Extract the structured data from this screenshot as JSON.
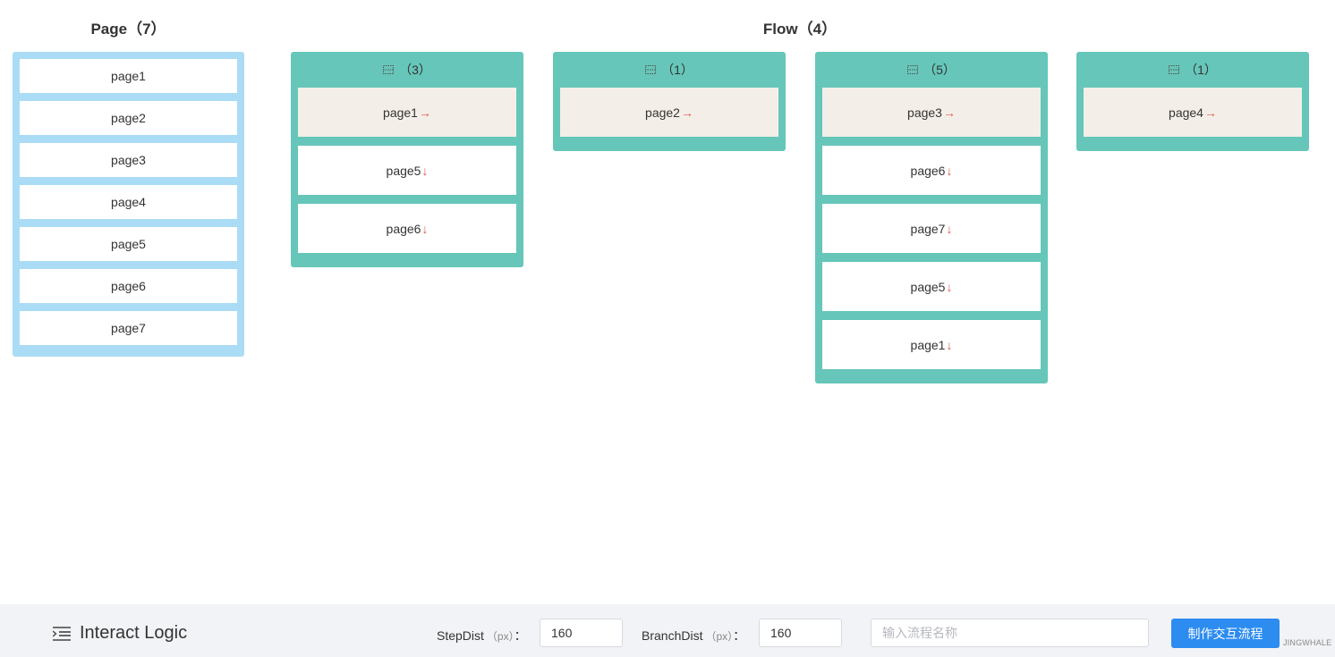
{
  "page_section": {
    "title": "Page（7）",
    "items": [
      "page1",
      "page2",
      "page3",
      "page4",
      "page5",
      "page6",
      "page7"
    ]
  },
  "flow_section": {
    "title": "Flow（4）",
    "columns": [
      {
        "count": "（3）",
        "items": [
          {
            "label": "page1",
            "arrow": "→"
          },
          {
            "label": "page5",
            "arrow": "↓"
          },
          {
            "label": "page6",
            "arrow": "↓"
          }
        ]
      },
      {
        "count": "（1）",
        "items": [
          {
            "label": "page2",
            "arrow": "→"
          }
        ]
      },
      {
        "count": "（5）",
        "items": [
          {
            "label": "page3",
            "arrow": "→"
          },
          {
            "label": "page6",
            "arrow": "↓"
          },
          {
            "label": "page7",
            "arrow": "↓"
          },
          {
            "label": "page5",
            "arrow": "↓"
          },
          {
            "label": "page1",
            "arrow": "↓"
          }
        ]
      },
      {
        "count": "（1）",
        "items": [
          {
            "label": "page4",
            "arrow": "→"
          }
        ]
      }
    ]
  },
  "footer": {
    "logo_icon": "list-indent-icon",
    "app_name": "Interact Logic",
    "step_dist_label": "StepDist",
    "branch_dist_label": "BranchDist",
    "unit": "（px）",
    "colon": "：",
    "step_dist_value": "160",
    "branch_dist_value": "160",
    "flow_name_placeholder": "输入流程名称",
    "create_button": "制作交互流程",
    "watermark": "JINGWHALE"
  },
  "colors": {
    "page_list_bg": "#abdcf5",
    "flow_column_bg": "#66c6b9",
    "flow_first_item_bg": "#f3efe8",
    "arrow_color": "#e0594f",
    "primary_button": "#2d8cf0"
  }
}
